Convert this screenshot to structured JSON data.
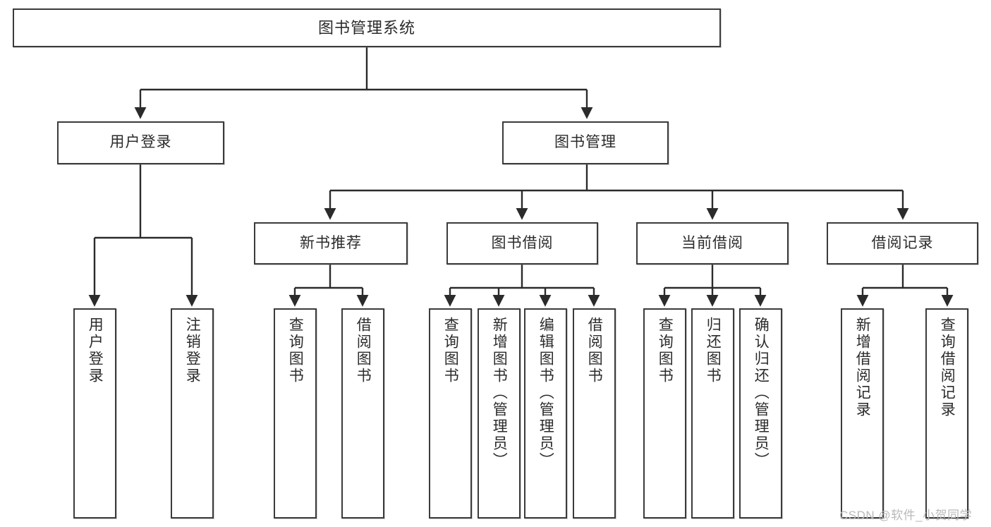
{
  "diagram": {
    "title": "图书管理系统",
    "type": "tree-hierarchy",
    "watermark": "CSDN @软件_小贺同学",
    "colors": {
      "box_border": "#3b3b3b",
      "box_fill": "#ffffff",
      "edge": "#2b2b2b",
      "text": "#2b2b2b",
      "watermark": "#b9b9b9",
      "background": "#ffffff"
    }
  },
  "nodes": {
    "root": {
      "label": "图书管理系统"
    },
    "level1": [
      {
        "label": "用户登录"
      },
      {
        "label": "图书管理"
      }
    ],
    "level2": [
      {
        "label": "新书推荐"
      },
      {
        "label": "图书借阅"
      },
      {
        "label": "当前借阅"
      },
      {
        "label": "借阅记录"
      }
    ],
    "leaves": {
      "user_login": [
        {
          "label": "用户登录"
        },
        {
          "label": "注销登录"
        }
      ],
      "new_book_recommend": [
        {
          "label": "查询图书"
        },
        {
          "label": "借阅图书"
        }
      ],
      "book_borrow": [
        {
          "label": "查询图书"
        },
        {
          "label": "新增图书（管理员）"
        },
        {
          "label": "编辑图书（管理员）"
        },
        {
          "label": "借阅图书"
        }
      ],
      "current_borrow": [
        {
          "label": "查询图书"
        },
        {
          "label": "归还图书"
        },
        {
          "label": "确认归还（管理员）"
        }
      ],
      "borrow_record": [
        {
          "label": "新增借阅记录"
        },
        {
          "label": "查询借阅记录"
        }
      ]
    }
  }
}
